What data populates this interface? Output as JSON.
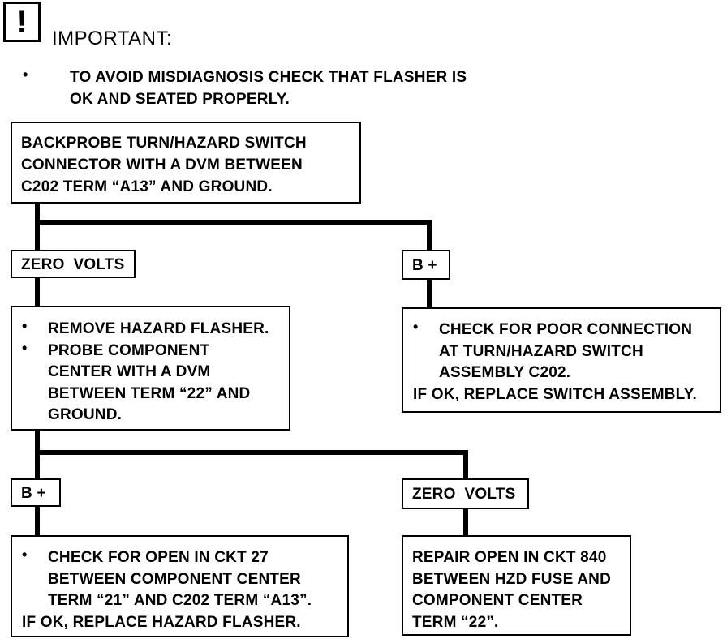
{
  "header": {
    "icon_glyph": "!",
    "label": "IMPORTANT:",
    "bullet_glyph": "•",
    "note_line1": "TO AVOID MISDIAGNOSIS CHECK THAT FLASHER IS",
    "note_line2": "OK AND SEATED PROPERLY."
  },
  "step1": {
    "line1": "BACKPROBE TURN/HAZARD SWITCH",
    "line2": "CONNECTOR WITH A DVM BETWEEN",
    "line3": "C202 TERM “A13” AND GROUND."
  },
  "branch1": {
    "left_label": "ZERO  VOLTS",
    "right_label": "B +"
  },
  "step2_left": {
    "bullet1": "REMOVE HAZARD FLASHER.",
    "bullet2_line1": "PROBE COMPONENT",
    "bullet2_line2": "CENTER WITH A DVM",
    "bullet2_line3": "BETWEEN TERM “22” AND",
    "bullet2_line4": "GROUND."
  },
  "step2_right": {
    "bullet1_line1": "CHECK FOR POOR CONNECTION",
    "bullet1_line2": "AT TURN/HAZARD SWITCH",
    "bullet1_line3": "ASSEMBLY C202.",
    "line4": "IF OK, REPLACE SWITCH ASSEMBLY."
  },
  "branch2": {
    "left_label": "B +",
    "right_label": "ZERO  VOLTS"
  },
  "step3_left": {
    "bullet1_line1": "CHECK FOR OPEN IN CKT 27",
    "bullet1_line2": "BETWEEN COMPONENT CENTER",
    "bullet1_line3": "TERM “21” AND C202 TERM “A13”.",
    "line4": "IF OK, REPLACE HAZARD FLASHER."
  },
  "step3_right": {
    "line1": "REPAIR OPEN IN CKT 840",
    "line2": "BETWEEN HZD FUSE AND",
    "line3": "COMPONENT CENTER",
    "line4": "TERM “22”."
  }
}
